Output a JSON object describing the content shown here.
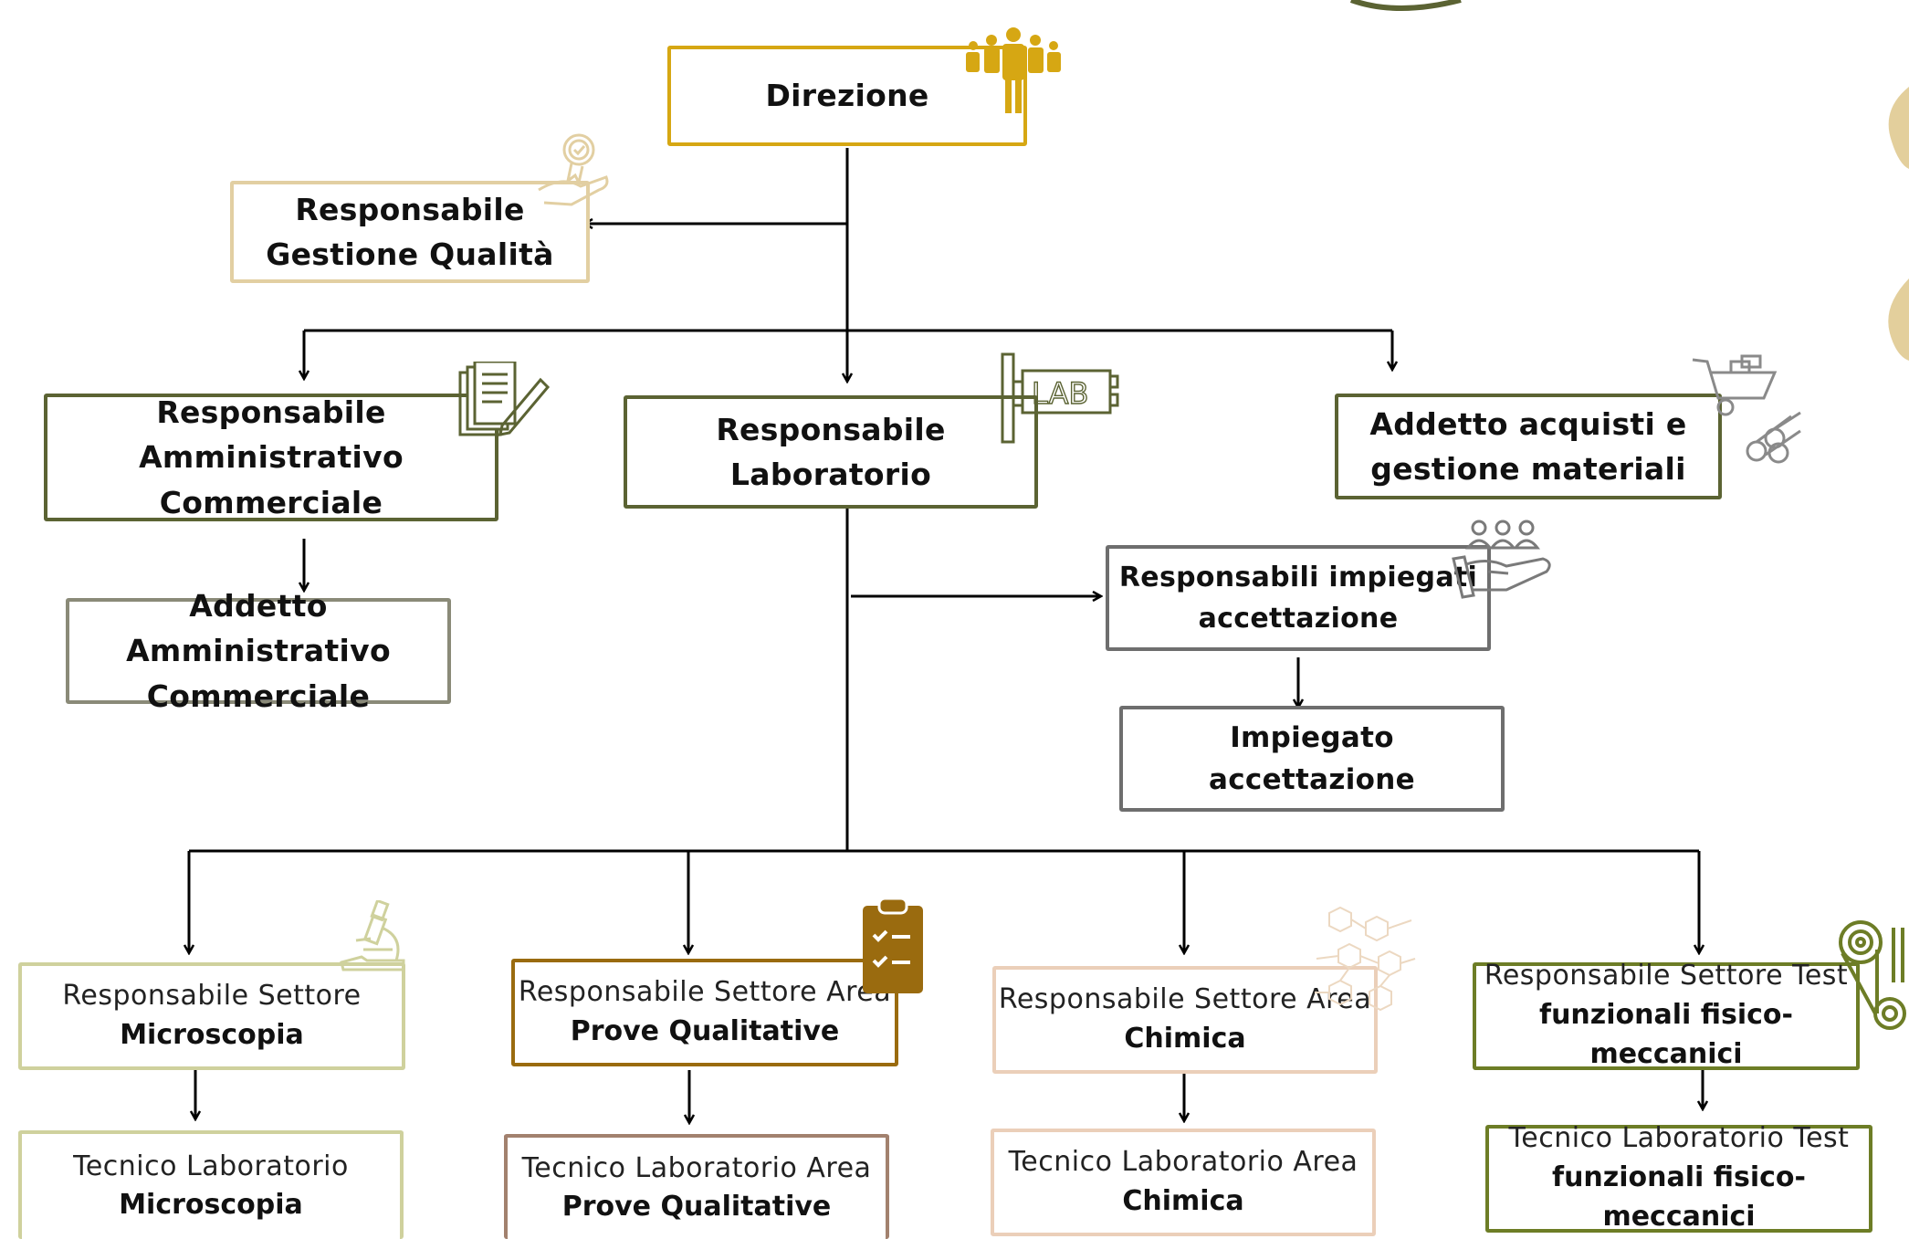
{
  "colors": {
    "gold": "#d6a713",
    "beige": "#e2cfa2",
    "olive": "#5b6333",
    "slate": "#6e6e62",
    "gray": "#787878",
    "sage": "#cfd19d",
    "brown": "#9a6b0f",
    "taupe": "#a2816e",
    "peach": "#ebcfb9",
    "green": "#6d7d26",
    "line": "#000000"
  },
  "icons": {
    "direzione": "team-icon",
    "qualita": "certificate-hand-icon",
    "amministrativo": "documents-pen-icon",
    "laboratorio": "lab-sign-icon",
    "acquisti": "wheelbarrow-logs-icon",
    "accettazione": "people-hand-icon",
    "microscopia": "microscope-icon",
    "qualitative": "clipboard-check-icon",
    "chimica": "molecules-icon",
    "meccanici": "gears-icon"
  },
  "nodes": {
    "direzione": {
      "line1": "Direzione"
    },
    "qualita": {
      "line1": "Responsabile",
      "line2": "Gestione Qualità"
    },
    "amm": {
      "line1": "Responsabile",
      "line2": "Amministrativo",
      "line3": "Commerciale"
    },
    "lab": {
      "line1": "Responsabile",
      "line2": "Laboratorio"
    },
    "acquisti": {
      "line1": "Addetto acquisti e",
      "line2": "gestione materiali"
    },
    "addetto_amm": {
      "line1": "Addetto Amministrativo",
      "line2": "Commerciale"
    },
    "resp_acc": {
      "line1": "Responsabili impiegati",
      "line2": "accettazione"
    },
    "imp_acc": {
      "line1": "Impiegato accettazione"
    },
    "micro": {
      "line1": "Responsabile Settore",
      "line2": "Microscopia"
    },
    "qual": {
      "line1": "Responsabile Settore Area",
      "line2": "Prove Qualitative"
    },
    "chim": {
      "line1": "Responsabile Settore Area",
      "line2": "Chimica"
    },
    "mecc": {
      "line1": "Responsabile Settore Test",
      "line2": "funzionali fisico-meccanici"
    },
    "tec_micro": {
      "line1": "Tecnico Laboratorio",
      "line2": "Microscopia"
    },
    "tec_qual": {
      "line1": "Tecnico Laboratorio Area",
      "line2": "Prove Qualitative"
    },
    "tec_chim": {
      "line1": "Tecnico Laboratorio Area",
      "line2": "Chimica"
    },
    "tec_mecc": {
      "line1": "Tecnico Laboratorio Test",
      "line2": "funzionali fisico-meccanici"
    }
  }
}
